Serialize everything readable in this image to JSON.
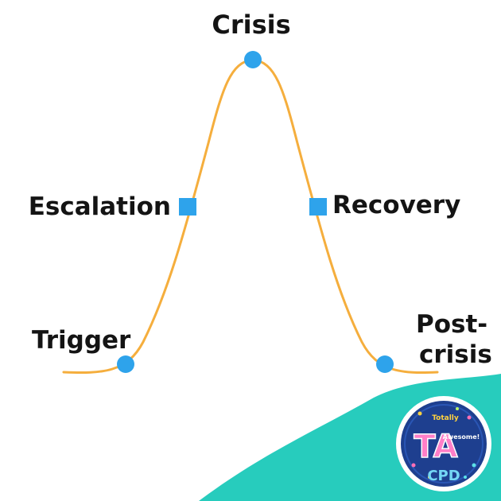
{
  "diagram": {
    "stages": {
      "trigger": "Trigger",
      "escalation": "Escalation",
      "crisis": "Crisis",
      "recovery": "Recovery",
      "post_crisis_line1": "Post-",
      "post_crisis_line2": "crisis"
    },
    "colors": {
      "curve": "#F5AE3D",
      "marker": "#2EA3EB",
      "wave": "#27CCBD",
      "text": "#141414"
    }
  },
  "logo": {
    "line1": "Totally",
    "line2": "Awesome!",
    "letters": "TA",
    "sub": "CPD"
  }
}
